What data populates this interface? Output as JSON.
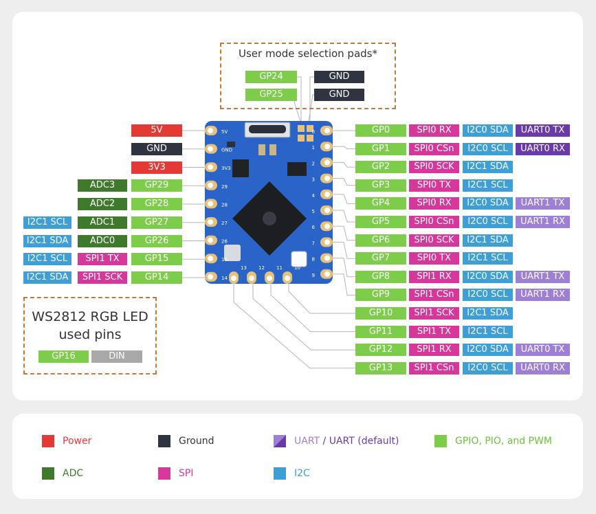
{
  "colors": {
    "power": "#e53935",
    "ground": "#2f3441",
    "adc": "#3f7a2c",
    "gpio": "#7dcc4a",
    "spi": "#d6379a",
    "i2c": "#3e9fd6",
    "uart": "#6a3aa8",
    "uart_default": "#9d7fd6",
    "din": "#a8a8a8",
    "board": "#2a64c8",
    "callout_border": "#c8782f"
  },
  "user_mode": {
    "title": "User mode selection pads*",
    "gp24": "GP24",
    "gp25": "GP25",
    "gnd1": "GND",
    "gnd2": "GND"
  },
  "ws2812": {
    "title1": "WS2812 RGB LED",
    "title2": "used pins",
    "gpio": "GP16",
    "din": "DIN"
  },
  "left_pins": [
    {
      "power": "5V"
    },
    {
      "ground": "GND"
    },
    {
      "power": "3V3"
    },
    {
      "adc": "ADC3",
      "gpio": "GP29"
    },
    {
      "adc": "ADC2",
      "gpio": "GP28"
    },
    {
      "i2c": "I2C1 SCL",
      "adc": "ADC1",
      "gpio": "GP27"
    },
    {
      "i2c": "I2C1 SDA",
      "adc": "ADC0",
      "gpio": "GP26"
    },
    {
      "i2c": "I2C1 SCL",
      "spi": "SPI1 TX",
      "gpio": "GP15"
    },
    {
      "i2c": "I2C1 SDA",
      "spi": "SPI1 SCK",
      "gpio": "GP14"
    }
  ],
  "right_pins": [
    {
      "gpio": "GP0",
      "spi": "SPI0 RX",
      "i2c": "I2C0 SDA",
      "uart": "UART0 TX"
    },
    {
      "gpio": "GP1",
      "spi": "SPI0 CSn",
      "i2c": "I2C0 SCL",
      "uart": "UART0 RX"
    },
    {
      "gpio": "GP2",
      "spi": "SPI0 SCK",
      "i2c": "I2C1 SDA"
    },
    {
      "gpio": "GP3",
      "spi": "SPI0 TX",
      "i2c": "I2C1 SCL"
    },
    {
      "gpio": "GP4",
      "spi": "SPI0 RX",
      "i2c": "I2C0 SDA",
      "uartd": "UART1 TX"
    },
    {
      "gpio": "GP5",
      "spi": "SPI0 CSn",
      "i2c": "I2C0 SCL",
      "uartd": "UART1 RX"
    },
    {
      "gpio": "GP6",
      "spi": "SPI0 SCK",
      "i2c": "I2C1 SDA"
    },
    {
      "gpio": "GP7",
      "spi": "SPI0 TX",
      "i2c": "I2C1 SCL"
    },
    {
      "gpio": "GP8",
      "spi": "SPI1 RX",
      "i2c": "I2C0 SDA",
      "uartd": "UART1 TX"
    },
    {
      "gpio": "GP9",
      "spi": "SPI1 CSn",
      "i2c": "I2C0 SCL",
      "uartd": "UART1 RX"
    },
    {
      "gpio": "GP10",
      "spi": "SPI1 SCK",
      "i2c": "I2C1 SDA"
    },
    {
      "gpio": "GP11",
      "spi": "SPI1 TX",
      "i2c": "I2C1 SCL"
    },
    {
      "gpio": "GP12",
      "spi": "SPI1 RX",
      "i2c": "I2C0 SDA",
      "uartd": "UART0 TX"
    },
    {
      "gpio": "GP13",
      "spi": "SPI1 CSn",
      "i2c": "I2C0 SCL",
      "uartd": "UART0 RX"
    }
  ],
  "board": {
    "left_silk": [
      "5V",
      "GND",
      "3V3",
      "29",
      "28",
      "27",
      "26",
      "15",
      "14"
    ],
    "right_silk": [
      "0",
      "1",
      "2",
      "3",
      "4",
      "5",
      "6",
      "7",
      "8",
      "9"
    ],
    "bottom_silk": [
      "13",
      "12",
      "11",
      "10"
    ]
  },
  "legend": {
    "power": "Power",
    "ground": "Ground",
    "uart": "UART",
    "uart_sep": " / ",
    "uart_default": "UART (default)",
    "gpio": "GPIO, PIO, and PWM",
    "adc": "ADC",
    "spi": "SPI",
    "i2c": "I2C"
  }
}
